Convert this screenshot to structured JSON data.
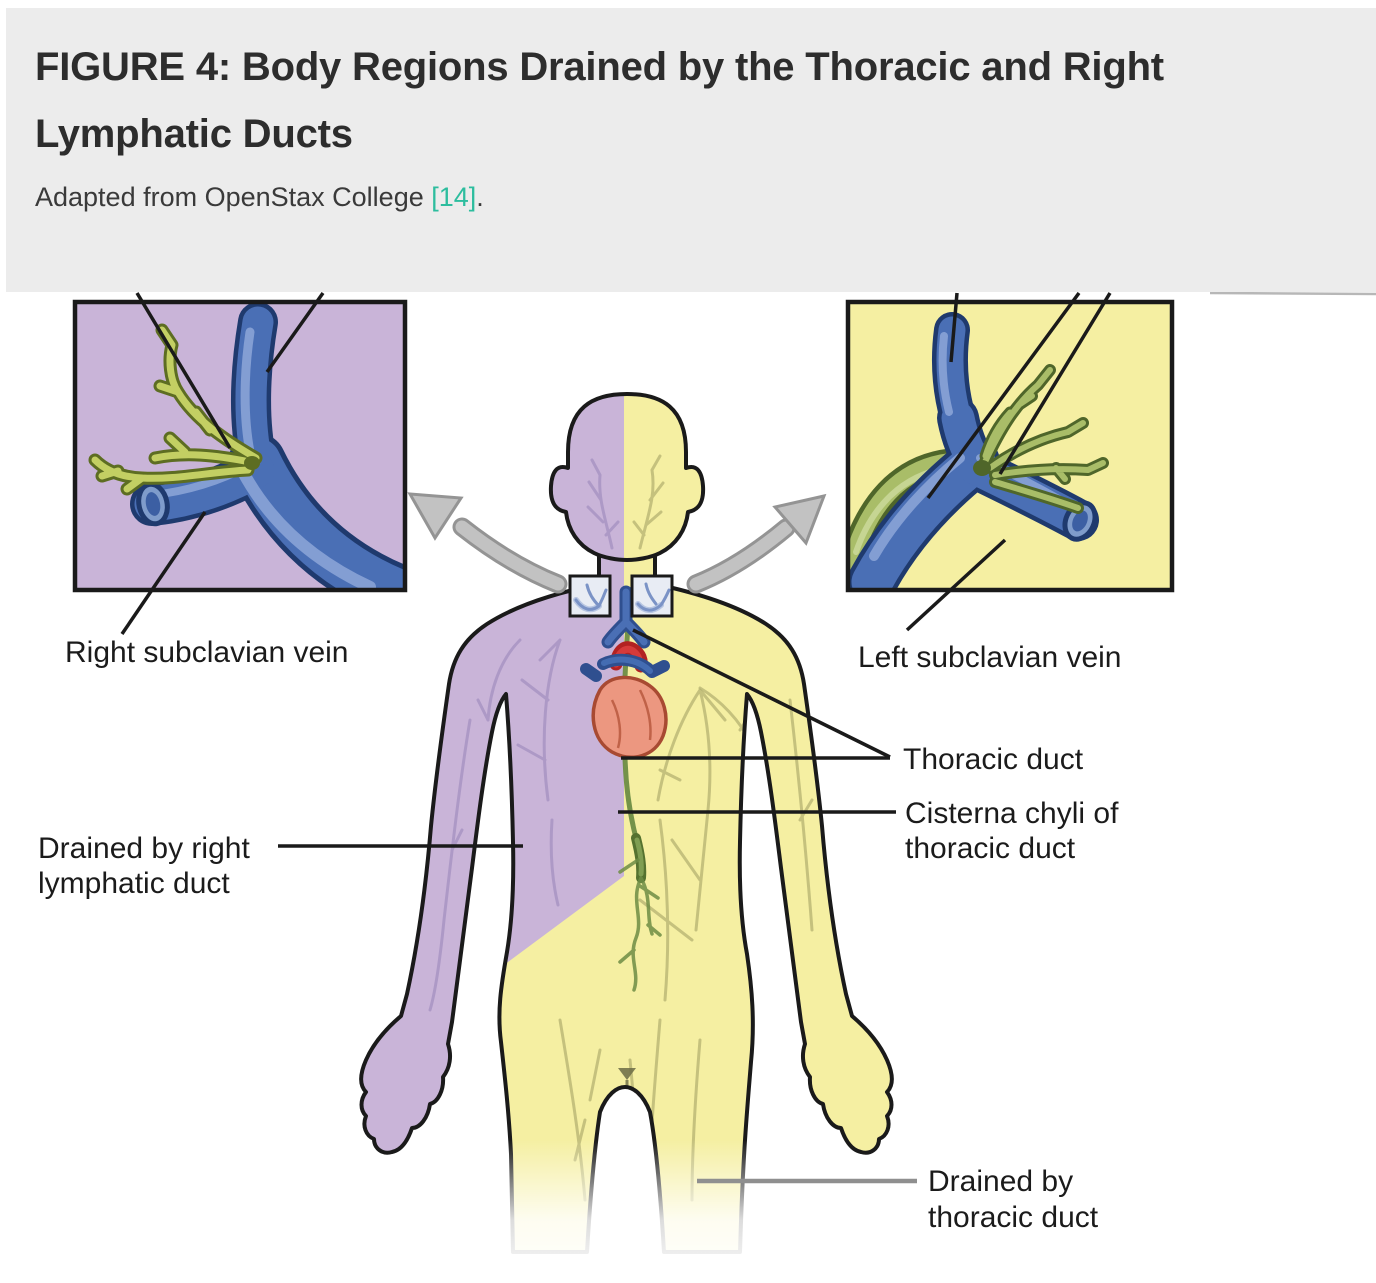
{
  "header": {
    "title": "FIGURE 4: Body Regions Drained by the Thoracic and Right Lymphatic Ducts",
    "attribution": {
      "prefix": "Adapted from OpenStax College ",
      "citation": "[14]",
      "suffix": "."
    }
  },
  "figure": {
    "labels": {
      "right_subclavian_vein": "Right subclavian vein",
      "left_subclavian_vein": "Left subclavian vein",
      "thoracic_duct": "Thoracic duct",
      "cisterna_chyli": {
        "line1": "Cisterna chyli of",
        "line2": "thoracic duct"
      },
      "drained_by_right": {
        "line1": "Drained by right",
        "line2": "lymphatic duct"
      },
      "drained_by_thoracic": {
        "line1": "Drained by",
        "line2": "thoracic duct"
      }
    },
    "colors": {
      "right_lymphatic_region": "#c9b4d8",
      "thoracic_region": "#f5efa2",
      "vein_blue": "#4a6fb5",
      "lymph_green": "#a9bd68",
      "lymph_yellow_green": "#c3cf63",
      "arrow_gray": "#c2c2c2",
      "citation_teal": "#2dbd9e",
      "header_background": "#ececec"
    }
  }
}
